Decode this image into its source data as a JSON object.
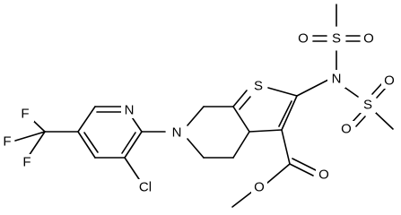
{
  "molecule": {
    "atoms": {
      "F1": "F",
      "F2": "F",
      "F3": "F",
      "N_pyridine": "N",
      "Cl": "Cl",
      "N_piperidine": "N",
      "S_thiophene": "S",
      "N_sulfonyl": "N",
      "S_upper": "S",
      "O_upper_left": "O",
      "O_upper_right": "O",
      "S_lower": "S",
      "O_lower_left": "O",
      "O_lower_right": "O",
      "O_carbonyl": "O",
      "O_ester": "O"
    }
  }
}
